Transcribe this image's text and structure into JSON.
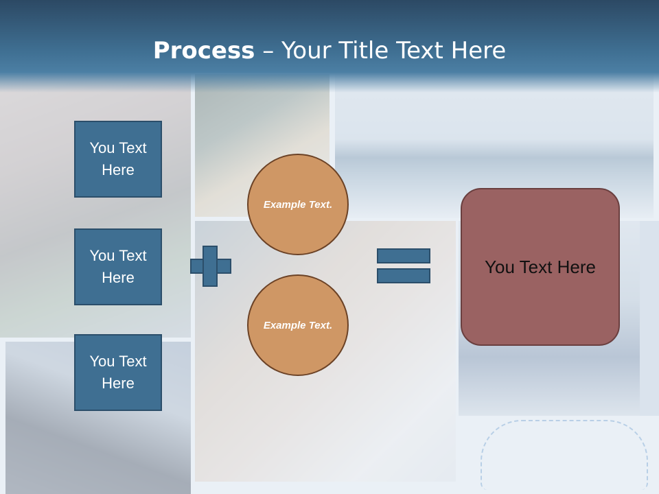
{
  "header": {
    "title_bold": "Process",
    "title_rest": " – Your Title Text Here"
  },
  "left_boxes": [
    {
      "label": "You Text Here"
    },
    {
      "label": "You Text Here"
    },
    {
      "label": "You Text Here"
    }
  ],
  "circles": [
    {
      "label": "Example Text."
    },
    {
      "label": "Example Text."
    }
  ],
  "result": {
    "label": "You Text Here"
  },
  "colors": {
    "header": "#3f6f92",
    "box_fill": "#3f6f92",
    "circle_fill": "#cf9765",
    "result_fill": "#9a6262"
  }
}
